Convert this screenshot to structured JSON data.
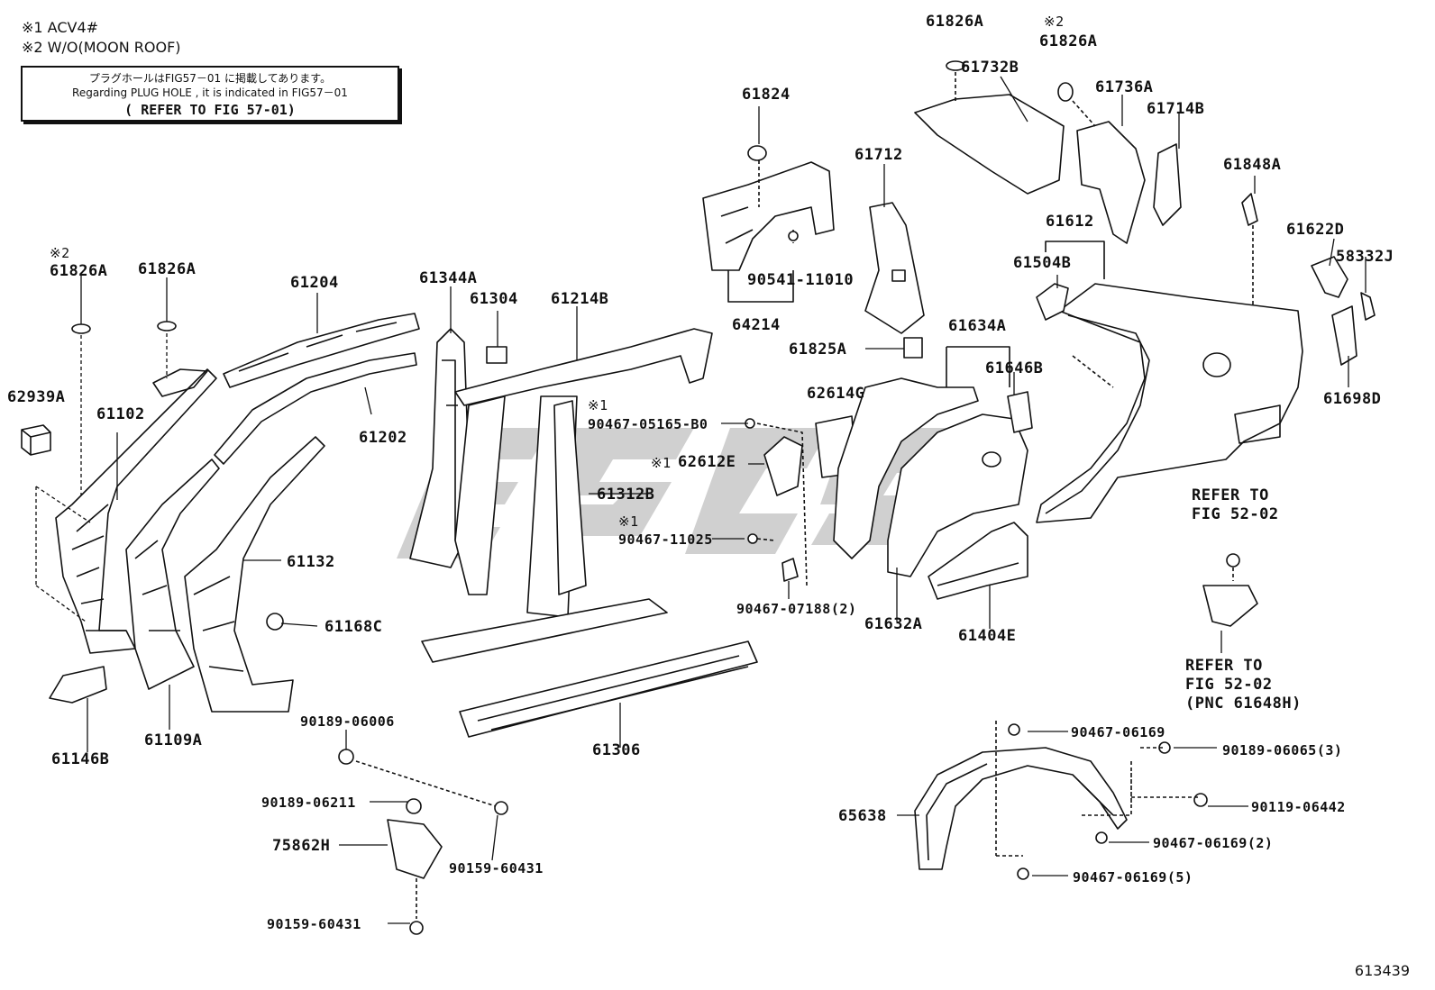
{
  "notes": {
    "note1": "※1 ACV4#",
    "note2": "※2 W/O(MOON ROOF)"
  },
  "refer_box": {
    "line1": "プラグホールはFIG57－01 に掲載してあります。",
    "line2": "Regarding  PLUG HOLE , it is indicated  in  FIG57－01",
    "line3": "( REFER TO FIG 57-01)"
  },
  "figure_id": "613439",
  "parts": {
    "p61826A_a": "61826A",
    "p61826A_b": "61826A",
    "p61826A_c": "61826A",
    "p61826A_d": "61826A",
    "mark_a": "※2",
    "mark_d": "※2",
    "p61204": "61204",
    "p61344A": "61344A",
    "p61304": "61304",
    "p61214B": "61214B",
    "p61824": "61824",
    "p61732B": "61732B",
    "p61736A": "61736A",
    "p61714B": "61714B",
    "p61712": "61712",
    "p61848A": "61848A",
    "p61612": "61612",
    "p61622D": "61622D",
    "p58332J": "58332J",
    "p61504B": "61504B",
    "p90541_11010": "90541-11010",
    "p64214": "64214",
    "p62939A": "62939A",
    "p61102": "61102",
    "p61202": "61202",
    "p61634A": "61634A",
    "p61825A": "61825A",
    "p61646B": "61646B",
    "p61698D": "61698D",
    "mark_1a": "※1",
    "p90467_05165": "90467-05165-B0",
    "p62614G": "62614G",
    "mark_1b": "※1",
    "p62612E": "62612E",
    "p61312B": "61312B",
    "mark_1c": "※1",
    "p90467_11025": "90467-11025",
    "p61132": "61132",
    "ref52_a1": "REFER TO",
    "ref52_a2": "FIG 52-02",
    "p90467_07188": "90467-07188(2)",
    "p61632A": "61632A",
    "p61404E": "61404E",
    "p61168C": "61168C",
    "ref52_b1": "REFER TO",
    "ref52_b2": "FIG 52-02",
    "ref52_b3": "(PNC 61648H)",
    "p61146B": "61146B",
    "p61109A": "61109A",
    "p61306": "61306",
    "p90189_06006": "90189-06006",
    "p90467_06169_a": "90467-06169",
    "p90189_06065": "90189-06065(3)",
    "p90189_06211": "90189-06211",
    "p90119_06442": "90119-06442",
    "p75862H": "75862H",
    "p65638": "65638",
    "p90159_60431_a": "90159-60431",
    "p90467_06169_b": "90467-06169(2)",
    "p90467_06169_c": "90467-06169(5)",
    "p90159_60431_b": "90159-60431"
  },
  "watermark_color": "#c8c8c8"
}
